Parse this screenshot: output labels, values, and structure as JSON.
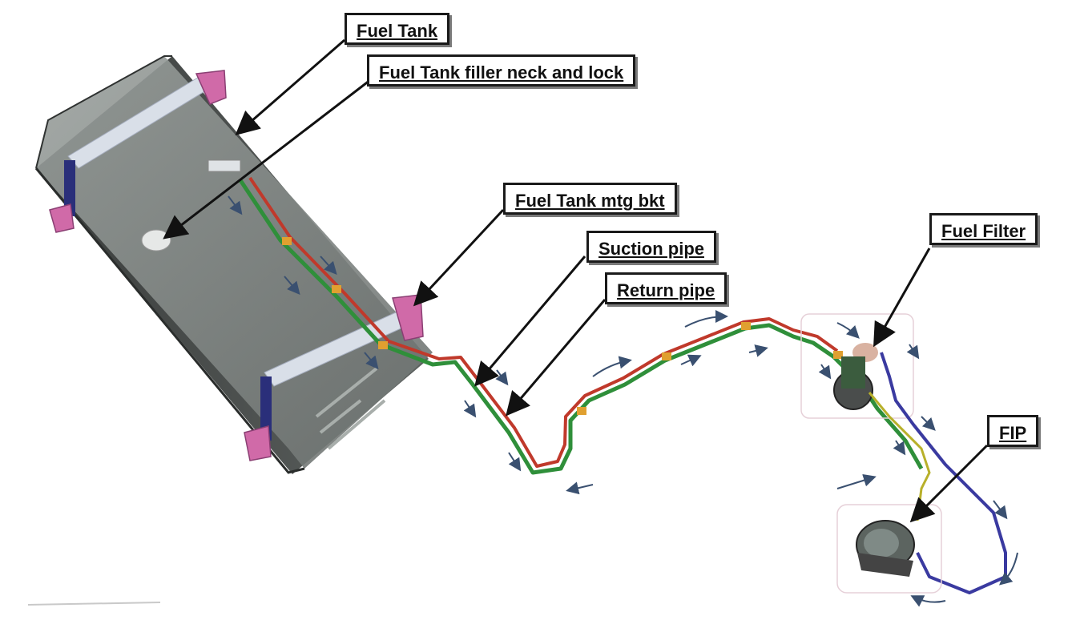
{
  "labels": {
    "fuel_tank": "Fuel Tank",
    "filler_neck": "Fuel Tank filler neck and lock",
    "mtg_bkt": "Fuel Tank mtg bkt",
    "suction_pipe": "Suction pipe",
    "return_pipe": "Return pipe",
    "fuel_filter": "Fuel Filter",
    "fip": "FIP"
  },
  "colors": {
    "tank_body": "#6f7472",
    "tank_strap": "#d9dfe8",
    "bracket": "#d06aa8",
    "suction_line": "#2f8f3a",
    "return_line": "#c0392b",
    "engine_line": "#3a3aa0",
    "clip": "#e0a030",
    "arrow": "#3a5070",
    "callout_border": "#1a1a1a"
  }
}
